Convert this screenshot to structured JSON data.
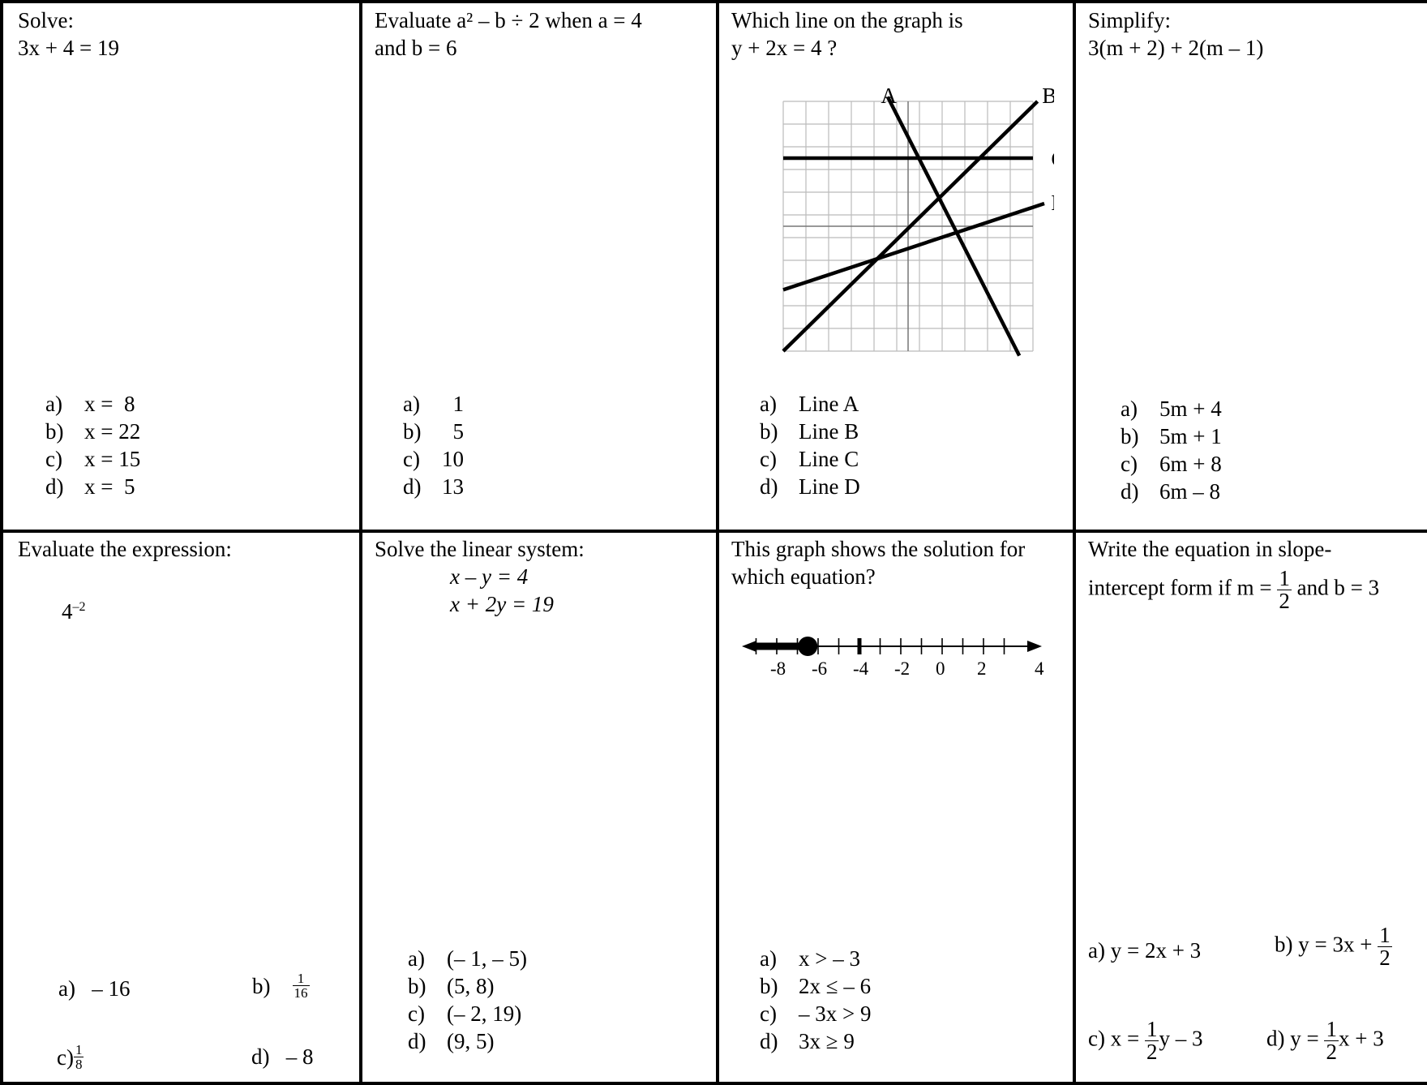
{
  "cells": {
    "c1": {
      "q1": "Solve:",
      "q2": "3x + 4 = 19",
      "options": [
        {
          "label": "a)",
          "text": "x =  8"
        },
        {
          "label": "b)",
          "text": "x = 22"
        },
        {
          "label": "c)",
          "text": "x = 15"
        },
        {
          "label": "d)",
          "text": "x =  5"
        }
      ]
    },
    "c2": {
      "q1": "Evaluate  a² – b ÷ 2 when a = 4",
      "q2": "and b = 6",
      "options": [
        {
          "label": "a)",
          "text": "  1"
        },
        {
          "label": "b)",
          "text": "  5"
        },
        {
          "label": "c)",
          "text": "10"
        },
        {
          "label": "d)",
          "text": "13"
        }
      ]
    },
    "c3": {
      "q1": "Which line on the graph is",
      "q2": "y + 2x = 4 ?",
      "graph_labels": {
        "A": "A",
        "B": "B",
        "C": "C",
        "D": "D"
      },
      "options": [
        {
          "label": "a)",
          "text": "Line A"
        },
        {
          "label": "b)",
          "text": "Line B"
        },
        {
          "label": "c)",
          "text": "Line C"
        },
        {
          "label": "d)",
          "text": "Line D"
        }
      ]
    },
    "c4": {
      "q1": "Simplify:",
      "q2": "3(m + 2) + 2(m – 1)",
      "options": [
        {
          "label": "a)",
          "text": "5m + 4"
        },
        {
          "label": "b)",
          "text": "5m + 1"
        },
        {
          "label": "c)",
          "text": "6m + 8"
        },
        {
          "label": "d)",
          "text": "6m – 8"
        }
      ]
    },
    "c5": {
      "q1": "Evaluate the expression:",
      "expr_base": "4",
      "expr_exp": "–2",
      "a_label": "a)",
      "a_text": "– 16",
      "b_label": "b)",
      "b_num": "1",
      "b_den": "16",
      "c_label": "c)",
      "c_num": "1",
      "c_den": "8",
      "d_label": "d)",
      "d_text": "– 8"
    },
    "c6": {
      "q1": "Solve the linear system:",
      "eq1": "x – y = 4",
      "eq2": "x + 2y = 19",
      "options": [
        {
          "label": "a)",
          "text": "(– 1, – 5)"
        },
        {
          "label": "b)",
          "text": "(5, 8)"
        },
        {
          "label": "c)",
          "text": "(– 2, 19)"
        },
        {
          "label": "d)",
          "text": "(9, 5)"
        }
      ]
    },
    "c7": {
      "q1": "This graph shows the solution for",
      "q2": "which equation?",
      "number_line_labels": [
        "-8",
        "-6",
        "-4",
        "-2",
        "0",
        "2",
        "4"
      ],
      "options": [
        {
          "label": "a)",
          "text": "x > – 3"
        },
        {
          "label": "b)",
          "text": "2x ≤ – 6"
        },
        {
          "label": "c)",
          "text": "– 3x > 9"
        },
        {
          "label": "d)",
          "text": "3x ≥ 9"
        }
      ]
    },
    "c8": {
      "q1": "Write the equation in slope-",
      "q2a": "intercept form if m =",
      "q2_num": "1",
      "q2_den": "2",
      "q2b": "and b = 3",
      "a": "a) y = 2x + 3",
      "b_pre": "b) y = 3x +",
      "b_num": "1",
      "b_den": "2",
      "c_pre": "c) x =",
      "c_num": "1",
      "c_den": "2",
      "c_post": "y – 3",
      "d_pre": "d) y =",
      "d_num": "1",
      "d_den": "2",
      "d_post": "x + 3"
    }
  }
}
